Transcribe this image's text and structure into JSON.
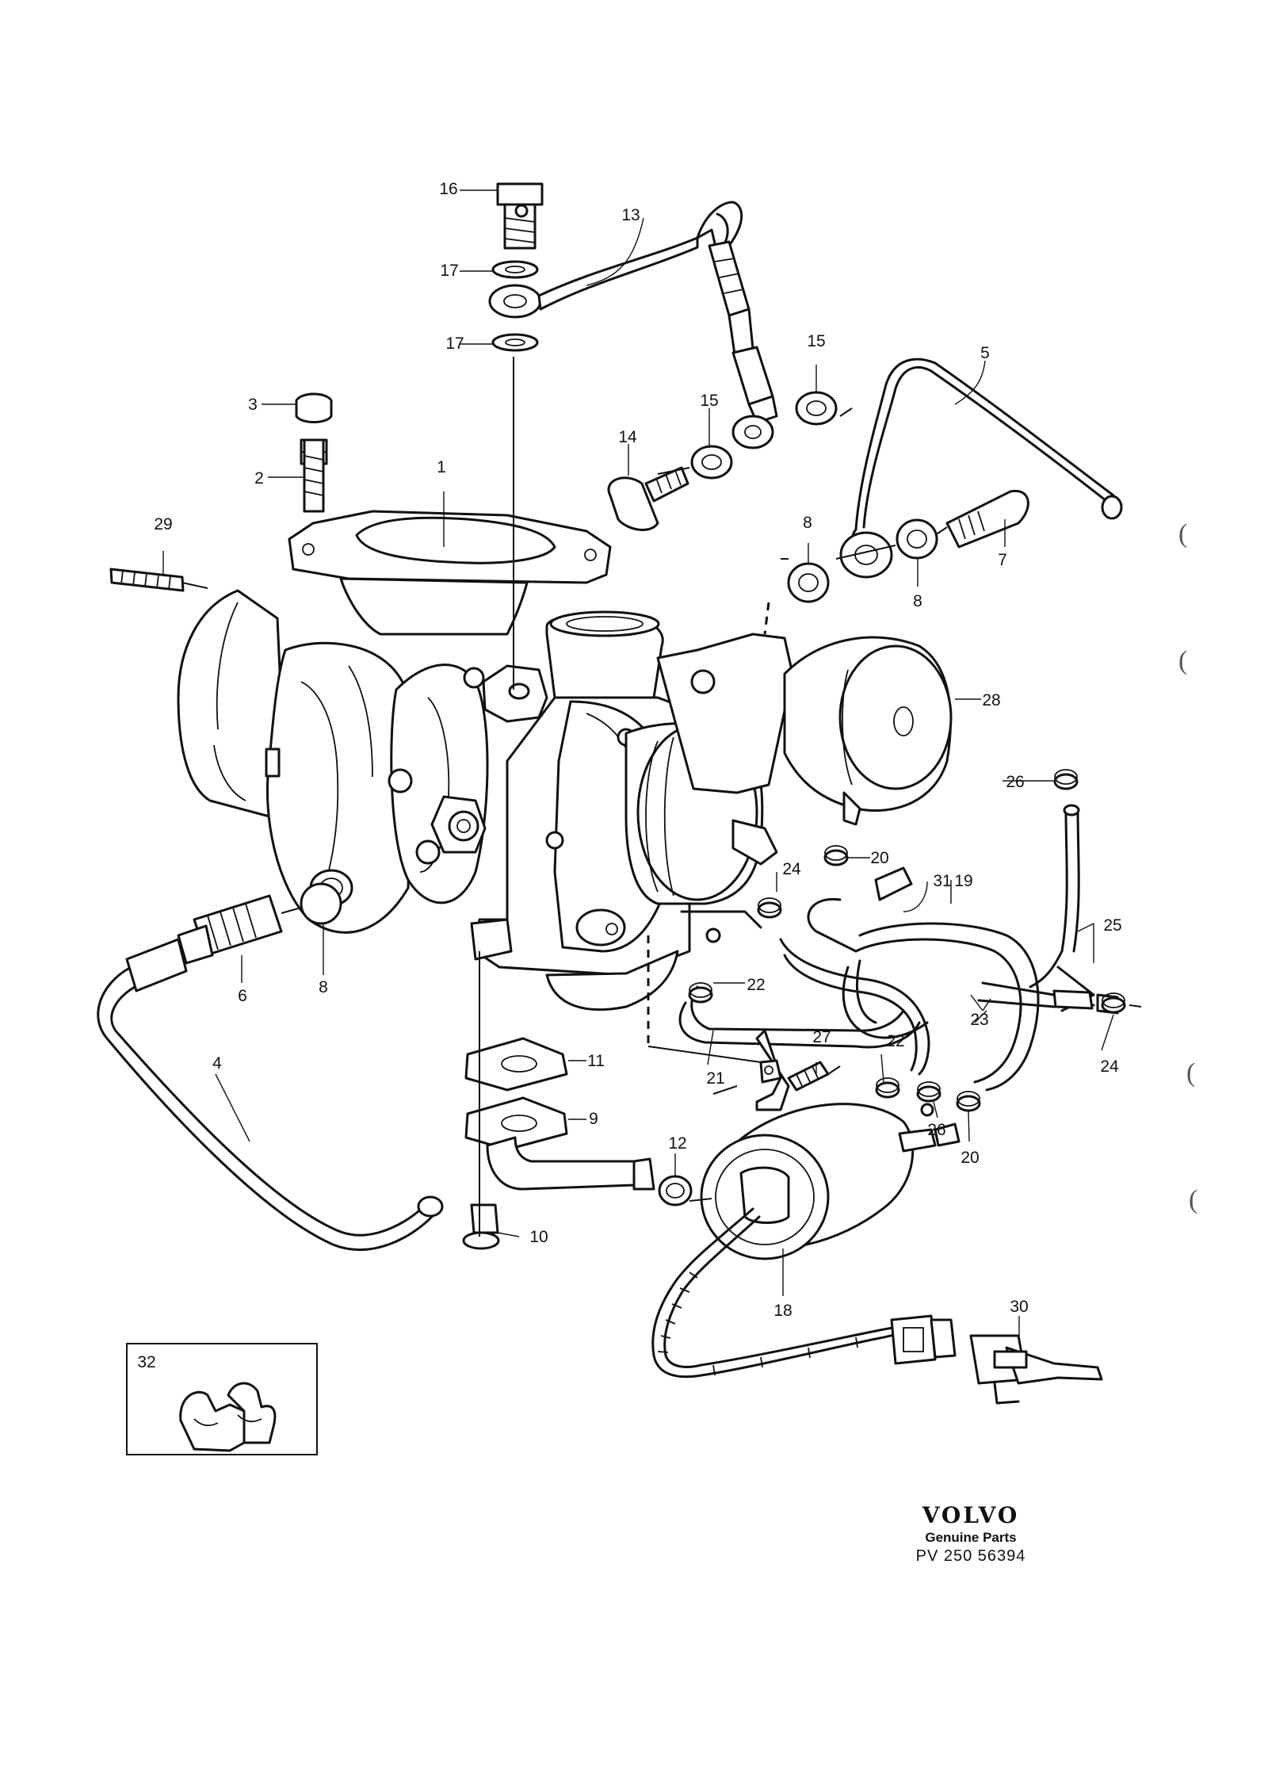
{
  "diagram": {
    "part_numbers": [
      "1",
      "2",
      "3",
      "4",
      "5",
      "6",
      "7",
      "8",
      "8",
      "8",
      "9",
      "10",
      "11",
      "12",
      "13",
      "14",
      "15",
      "15",
      "16",
      "17",
      "17",
      "18",
      "19",
      "20",
      "20",
      "21",
      "22",
      "22",
      "23",
      "24",
      "24",
      "25",
      "26",
      "26",
      "27",
      "28",
      "29",
      "30",
      "31",
      "32"
    ],
    "inset_label": "32"
  },
  "brand": {
    "logo": "VOLVO",
    "caption": "Genuine Parts",
    "drawing_number": "PV 250 56394"
  },
  "margin_marks": [
    "(",
    "(",
    "(",
    "("
  ]
}
